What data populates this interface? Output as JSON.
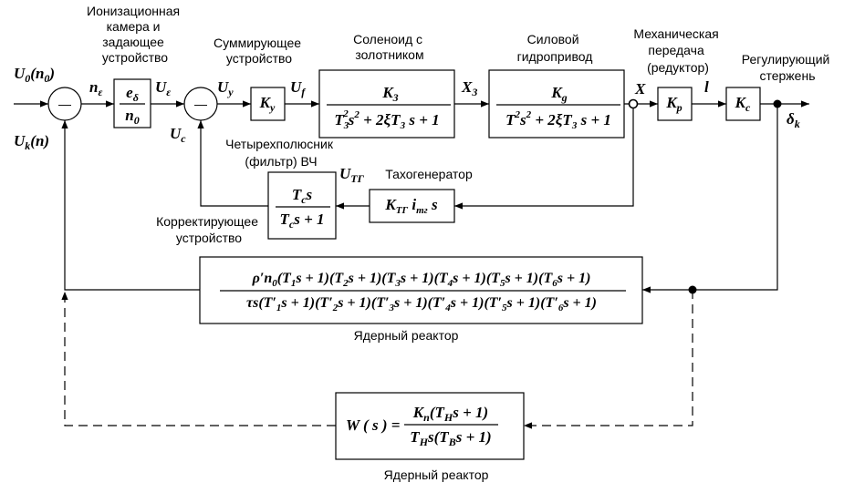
{
  "captions": {
    "ionization": [
      "Ионизационная",
      "камера и",
      "задающее",
      "устройство"
    ],
    "summing": [
      "Суммирующее",
      "устройство"
    ],
    "solenoid": [
      "Соленоид с",
      "золотником"
    ],
    "hydro": [
      "Силовой",
      "гидропривод"
    ],
    "mech": [
      "Механическая",
      "передача",
      "(редуктор)"
    ],
    "rod": [
      "Регулирующий",
      "стержень"
    ],
    "filter": [
      "Четырехполюсник",
      "(фильтр) ВЧ"
    ],
    "tacho": "Тахогенератор",
    "corrector": [
      "Корректирующее",
      "устройство"
    ],
    "reactor1": "Ядерный реактор",
    "reactor2": "Ядерный реактор"
  },
  "signals": {
    "u0": "U",
    "u0_sub": "0",
    "u0_arg": "n",
    "u0_arg_sub": "0",
    "uk": "U",
    "uk_sub": "k",
    "uk_arg": "n",
    "ne": "n",
    "ne_sub": "ε",
    "ue": "U",
    "ue_sub": "ε",
    "uc": "U",
    "uc_sub": "c",
    "uy": "U",
    "uy_sub": "y",
    "uf": "U",
    "uf_sub": "f",
    "x3": "X",
    "x3_sub": "3",
    "x": "X",
    "l": "l",
    "dk": "δ",
    "dk_sub": "k",
    "utg": "U",
    "utg_sub": "TГ"
  },
  "blocks": {
    "ed": {
      "num": "e",
      "num_sub": "δ",
      "den": "n",
      "den_sub": "0"
    },
    "ky": {
      "main": "K",
      "sub": "y"
    },
    "solenoid": {
      "num": "K",
      "num_sub": "3",
      "den_a": "T",
      "den_a_sub": "3",
      "den_a_sup": "2",
      "den_b": "s",
      "den_b_sup": "2",
      "den_c": " + 2ξT",
      "den_c_sub": "3",
      "den_d": " s + 1"
    },
    "hydro": {
      "num": "K",
      "num_sub": "g",
      "den_a": "T",
      "den_a_sup": "2",
      "den_b": "s",
      "den_b_sup": "2",
      "den_c": " + 2ξT",
      "den_c_sub": "3",
      "den_d": " s + 1"
    },
    "kp": {
      "main": "K",
      "sub": "p"
    },
    "kc": {
      "main": "K",
      "sub": "c"
    },
    "filter": {
      "num": "T",
      "num_sub": "c",
      "num_tail": "s",
      "den": "T",
      "den_sub": "c",
      "den_tail": "s + 1"
    },
    "tacho": {
      "a": "K",
      "a_sub": "TГ",
      "b": " i",
      "b_sub": "тг",
      "c": " s"
    },
    "reactor_num": [
      "ρ′n",
      "0",
      "(T",
      "1",
      "s + 1)(T",
      "2",
      "s + 1)(T",
      "3",
      "s + 1)(T",
      "4",
      "s + 1)(T",
      "5",
      "s + 1)(T",
      "6",
      "s + 1)"
    ],
    "reactor_den": [
      "τs(T′",
      "1",
      "s + 1)(T′",
      "2",
      "s + 1)(T′",
      "3",
      "s + 1)(T′",
      "4",
      "s + 1)(T′",
      "5",
      "s + 1)(T′",
      "6",
      "s + 1)"
    ],
    "w": {
      "lhs": "W ( s ) =",
      "num_a": "K",
      "num_a_sub": "n",
      "num_b": "(T",
      "num_b_sub": "H",
      "num_c": "s + 1)",
      "den_a": "T",
      "den_a_sub": "H",
      "den_b": "s(T",
      "den_b_sub": "B",
      "den_c": "s + 1)"
    }
  },
  "sum_symbol": "—"
}
